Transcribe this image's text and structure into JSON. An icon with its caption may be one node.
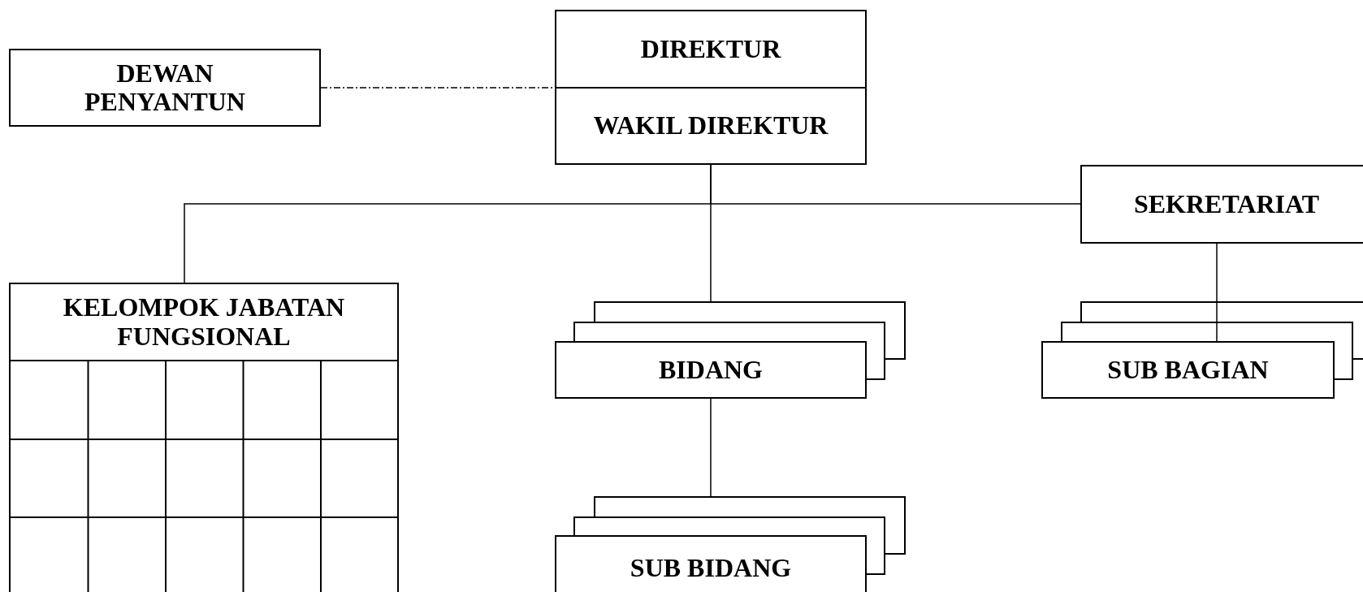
{
  "diagram": {
    "nodes": [
      {
        "text": [
          "DIREKTUR",
          "WAKIL DIREKTUR"
        ]
      },
      {
        "text": [
          "DEWAN PENYANTUN"
        ]
      },
      {
        "text": [
          "SEKRETARIAT"
        ]
      },
      {
        "text": [
          "KELOMPOK JABATAN FUNGSIONAL"
        ]
      },
      {
        "text": [
          "BIDANG"
        ]
      },
      {
        "text": [
          "SUB BAGIAN"
        ]
      },
      {
        "text": [
          "SUB BIDANG"
        ]
      }
    ],
    "edges": [
      {
        "from": 1,
        "to": 0,
        "arrow": "none",
        "style": "dashed"
      },
      {
        "from": 0,
        "to": 3,
        "arrow": "none"
      },
      {
        "from": 0,
        "to": 2,
        "arrow": "none"
      },
      {
        "from": 0,
        "to": 4,
        "arrow": "none"
      },
      {
        "from": 2,
        "to": 5,
        "arrow": "none"
      },
      {
        "from": 4,
        "to": 6,
        "arrow": "none"
      }
    ]
  }
}
